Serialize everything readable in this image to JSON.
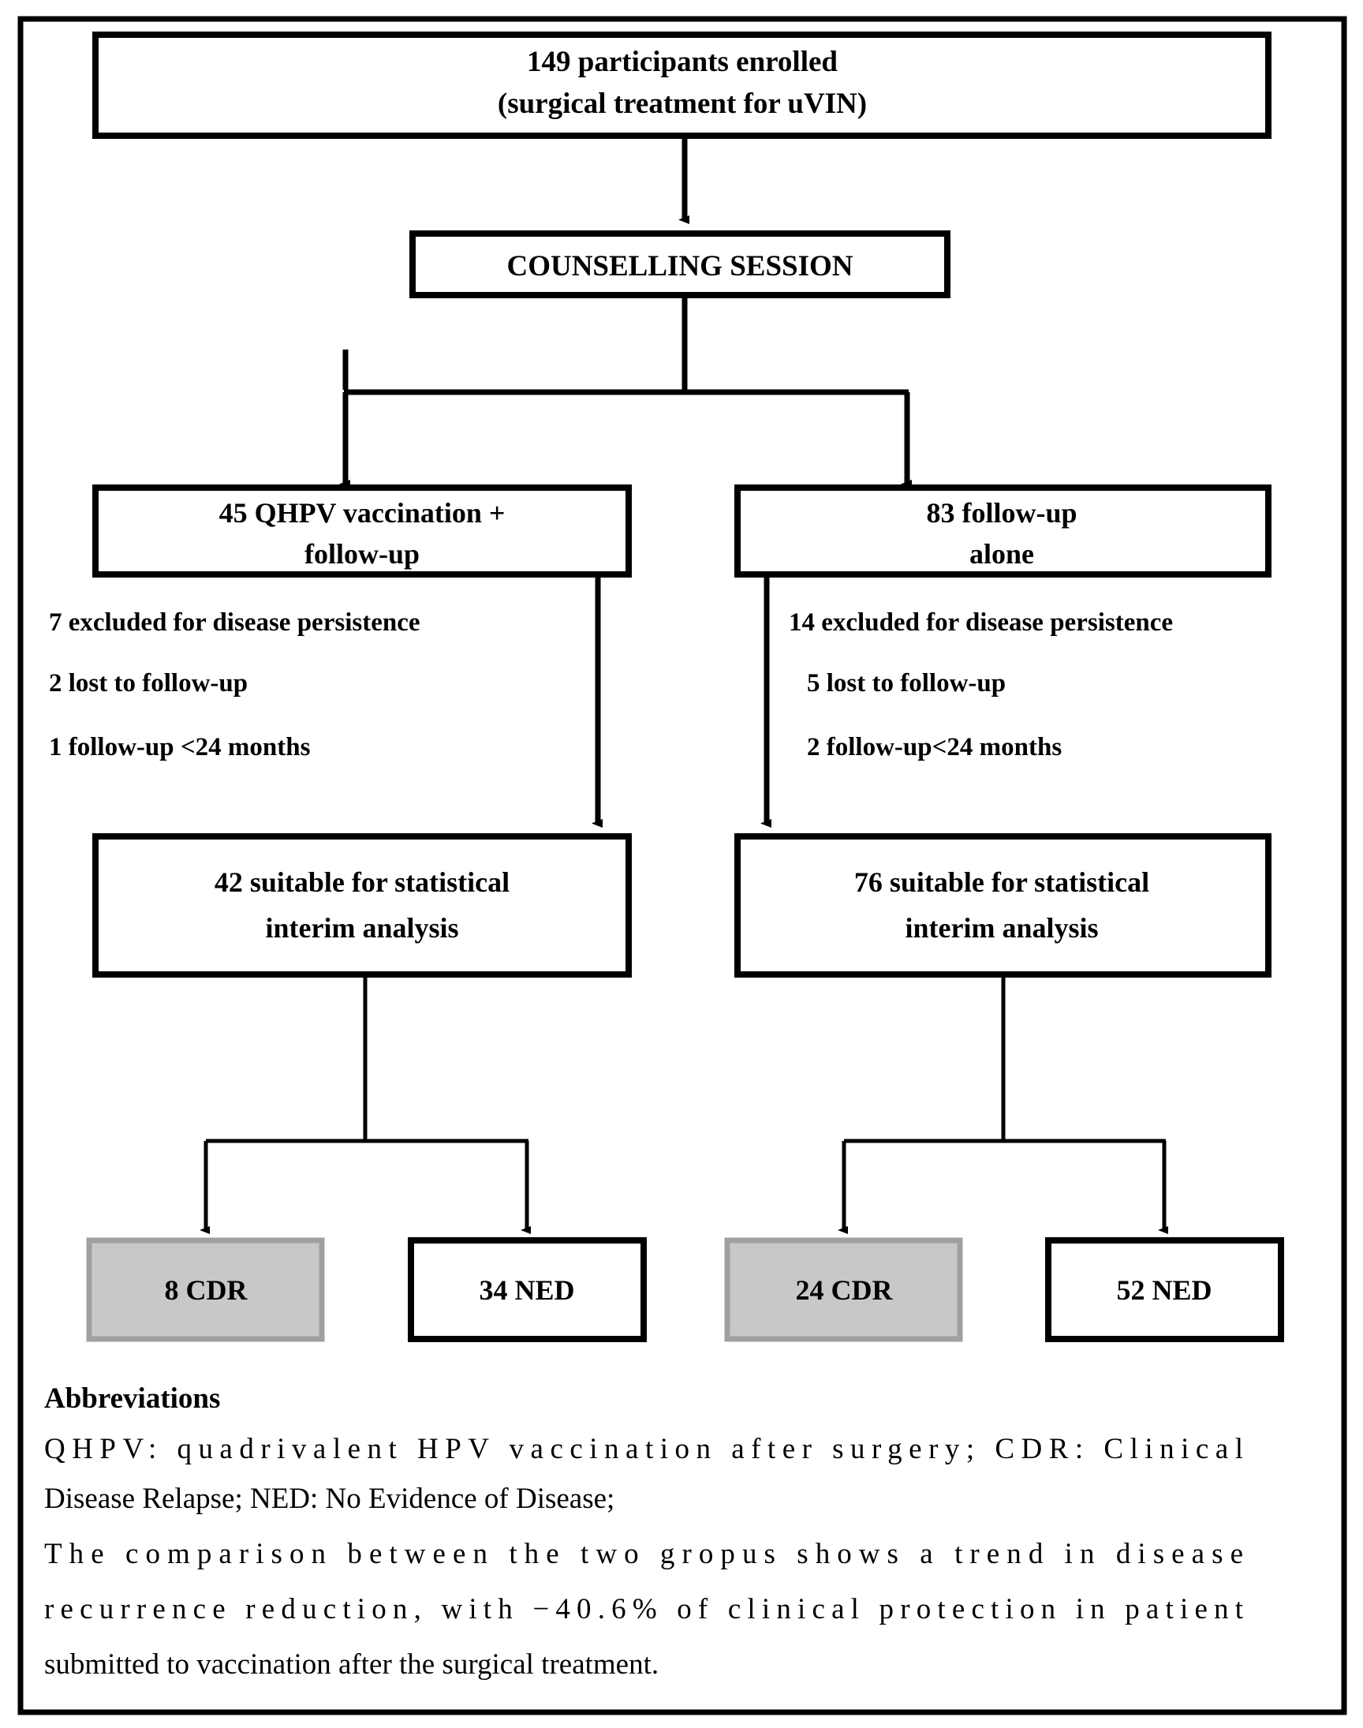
{
  "figure": {
    "type": "flowchart",
    "title": "CONSORT-style participant flow diagram",
    "frame_color": "#000000",
    "background": "#ffffff",
    "shaded_box_fill": "#c8c8c8",
    "shaded_box_border": "#a0a0a0"
  },
  "nodes": {
    "enrolled": {
      "line1": "149 participants enrolled",
      "line2": "(surgical treatment for uVIN)",
      "count": 149,
      "fill": "#ffffff"
    },
    "counselling": {
      "line1": "COUNSELLING SESSION",
      "fill": "#ffffff"
    },
    "arm_vaccine": {
      "line1": "45 QHPV vaccination +",
      "line2": "follow-up",
      "count": 45,
      "fill": "#ffffff"
    },
    "arm_followup": {
      "line1": "83 follow-up",
      "line2": "alone",
      "count": 83,
      "fill": "#ffffff"
    },
    "analysis_vaccine": {
      "line1": "42 suitable for statistical",
      "line2": "interim analysis",
      "count": 42,
      "fill": "#ffffff"
    },
    "analysis_followup": {
      "line1": "76 suitable for statistical",
      "line2": "interim analysis",
      "count": 76,
      "fill": "#ffffff"
    },
    "outcome_vaccine_cdr": {
      "label": "8 CDR",
      "count": 8,
      "fill": "#c8c8c8",
      "shaded": true
    },
    "outcome_vaccine_ned": {
      "label": "34 NED",
      "count": 34,
      "fill": "#ffffff",
      "shaded": false
    },
    "outcome_followup_cdr": {
      "label": "24 CDR",
      "count": 24,
      "fill": "#c8c8c8",
      "shaded": true
    },
    "outcome_followup_ned": {
      "label": "52 NED",
      "count": 52,
      "fill": "#ffffff",
      "shaded": false
    }
  },
  "exclusions": {
    "vaccine_arm": [
      "7 excluded for disease persistence",
      "2 lost to follow-up",
      "1 follow-up <24 months"
    ],
    "followup_arm": [
      "14 excluded for disease persistence",
      "5 lost to follow-up",
      "2 follow-up<24 months"
    ]
  },
  "abbreviations": {
    "heading": "Abbreviations",
    "lines": [
      "QHPV: quadrivalent HPV vaccination after surgery; CDR: Clinical",
      "Disease Relapse; NED: No Evidence of Disease;",
      "The comparison between the two gropus shows a trend in disease",
      "recurrence reduction, with −40.6% of clinical protection in patient",
      "submitted to vaccination after the surgical treatment."
    ]
  }
}
